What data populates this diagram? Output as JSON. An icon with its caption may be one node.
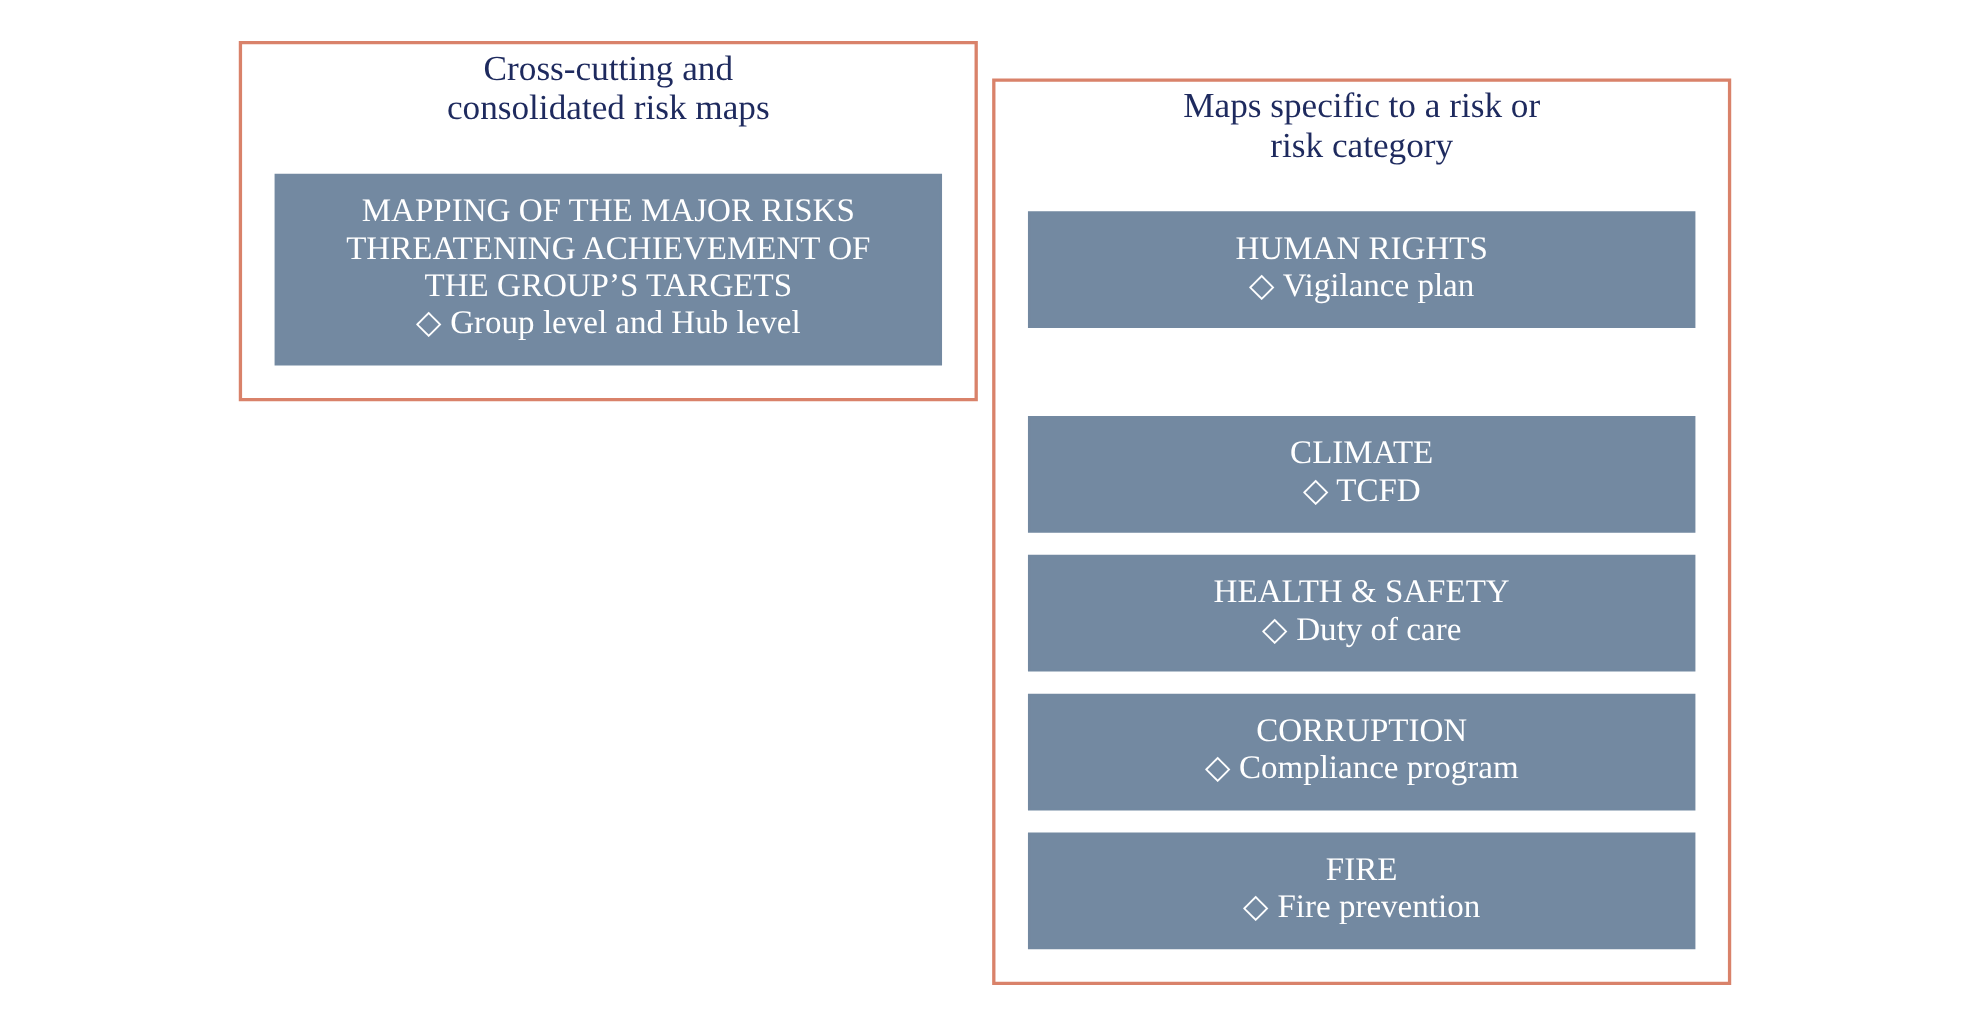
{
  "diagram": {
    "nodes": [
      {
        "text": [
          "Cross-cutting and consolidated risk maps"
        ]
      },
      {
        "text": [
          "MAPPING OF THE MAJOR RISKS THREATENING ACHIEVEMENT OF THE GROUP’S TARGETS",
          "◇ Group level and Hub level"
        ],
        "in": 0
      },
      {
        "text": [
          "Maps specific to a risk or risk category"
        ]
      },
      {
        "text": [
          "HUMAN RIGHTS",
          "◇ Vigilance plan"
        ],
        "in": 2
      },
      {
        "text": [
          "CLIMATE",
          "◇ TCFD"
        ],
        "in": 2
      },
      {
        "text": [
          "HEALTH & SAFETY",
          "◇ Duty of care"
        ],
        "in": 2
      },
      {
        "text": [
          "CORRUPTION",
          "◇ Compliance program"
        ],
        "in": 2
      },
      {
        "text": [
          "FIRE",
          "◇ Fire prevention"
        ],
        "in": 2
      }
    ],
    "edges": []
  }
}
